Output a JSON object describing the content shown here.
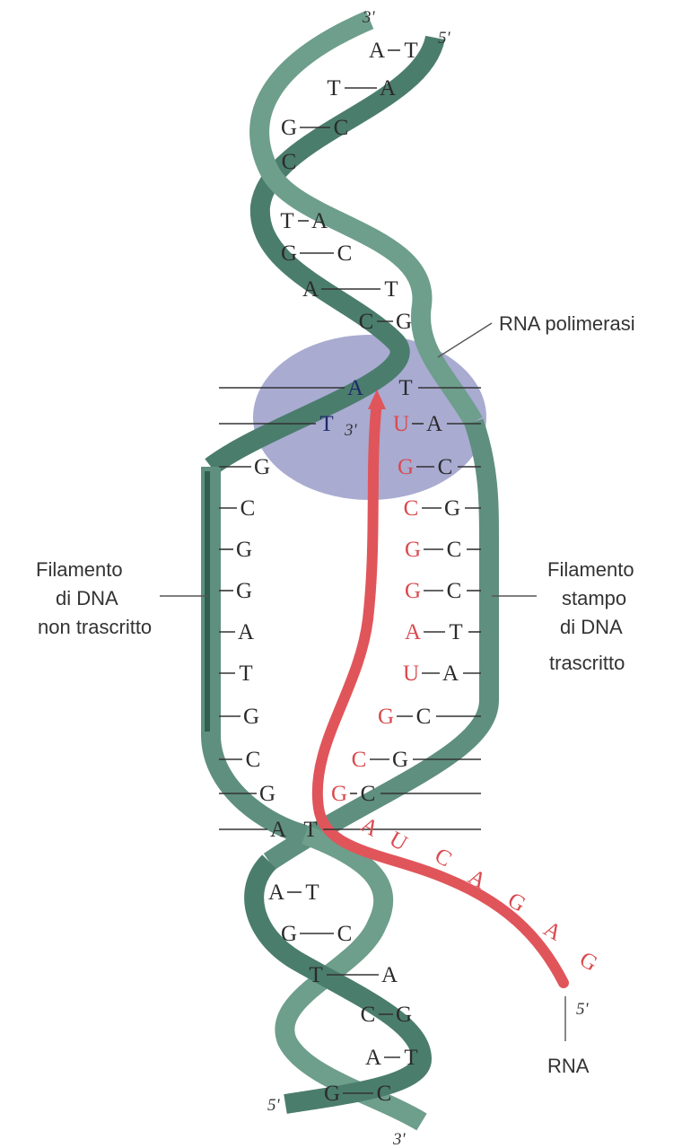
{
  "labels": {
    "rna_polymerase": "RNA polimerasi",
    "non_template_line1": "Filamento",
    "non_template_line2": "di DNA",
    "non_template_line3": "non trascritto",
    "template_line1": "Filamento",
    "template_line2": "stampo",
    "template_line3": "di DNA",
    "template_line4": "trascritto",
    "rna": "RNA"
  },
  "ends": {
    "top_left": "3'",
    "top_right": "5'",
    "bottom_left": "5'",
    "bottom_right": "3'",
    "rna_start": "3'",
    "rna_end": "5'"
  },
  "upper_pairs": [
    {
      "left": "A",
      "right": "T"
    },
    {
      "left": "T",
      "right": "A"
    },
    {
      "left": "G",
      "right": "C"
    },
    {
      "left": "C",
      "right": ""
    },
    {
      "left": "T",
      "right": "A"
    },
    {
      "left": "G",
      "right": "C"
    },
    {
      "left": "A",
      "right": "T"
    },
    {
      "left": "C",
      "right": "G"
    }
  ],
  "bubble_pairs": [
    {
      "dna": "A",
      "template": "T",
      "rna": ""
    },
    {
      "dna": "T",
      "template": "A",
      "rna": "U"
    },
    {
      "dna": "G",
      "template": "C",
      "rna": "G"
    },
    {
      "dna": "C",
      "template": "G",
      "rna": "C"
    },
    {
      "dna": "G",
      "template": "C",
      "rna": "G"
    },
    {
      "dna": "G",
      "template": "C",
      "rna": "G"
    },
    {
      "dna": "A",
      "template": "T",
      "rna": "A"
    },
    {
      "dna": "T",
      "template": "A",
      "rna": "U"
    },
    {
      "dna": "G",
      "template": "C",
      "rna": "G"
    },
    {
      "dna": "C",
      "template": "G",
      "rna": "C"
    },
    {
      "dna": "G",
      "template": "C",
      "rna": "G"
    },
    {
      "dna": "A",
      "template": "T",
      "rna": ""
    }
  ],
  "rna_tail": [
    "A",
    "U",
    "C",
    "A",
    "G",
    "A",
    "G"
  ],
  "lower_pairs": [
    {
      "left": "A",
      "right": "T"
    },
    {
      "left": "G",
      "right": "C"
    },
    {
      "left": "T",
      "right": "A"
    },
    {
      "left": "C",
      "right": "G"
    },
    {
      "left": "A",
      "right": "T"
    },
    {
      "left": "G",
      "right": "C"
    }
  ],
  "colors": {
    "dna_strand": "#5f8f7f",
    "dna_strand_dark": "#2f5f50",
    "rna": "#e0555a",
    "polymerase": "#9a9cc9"
  }
}
